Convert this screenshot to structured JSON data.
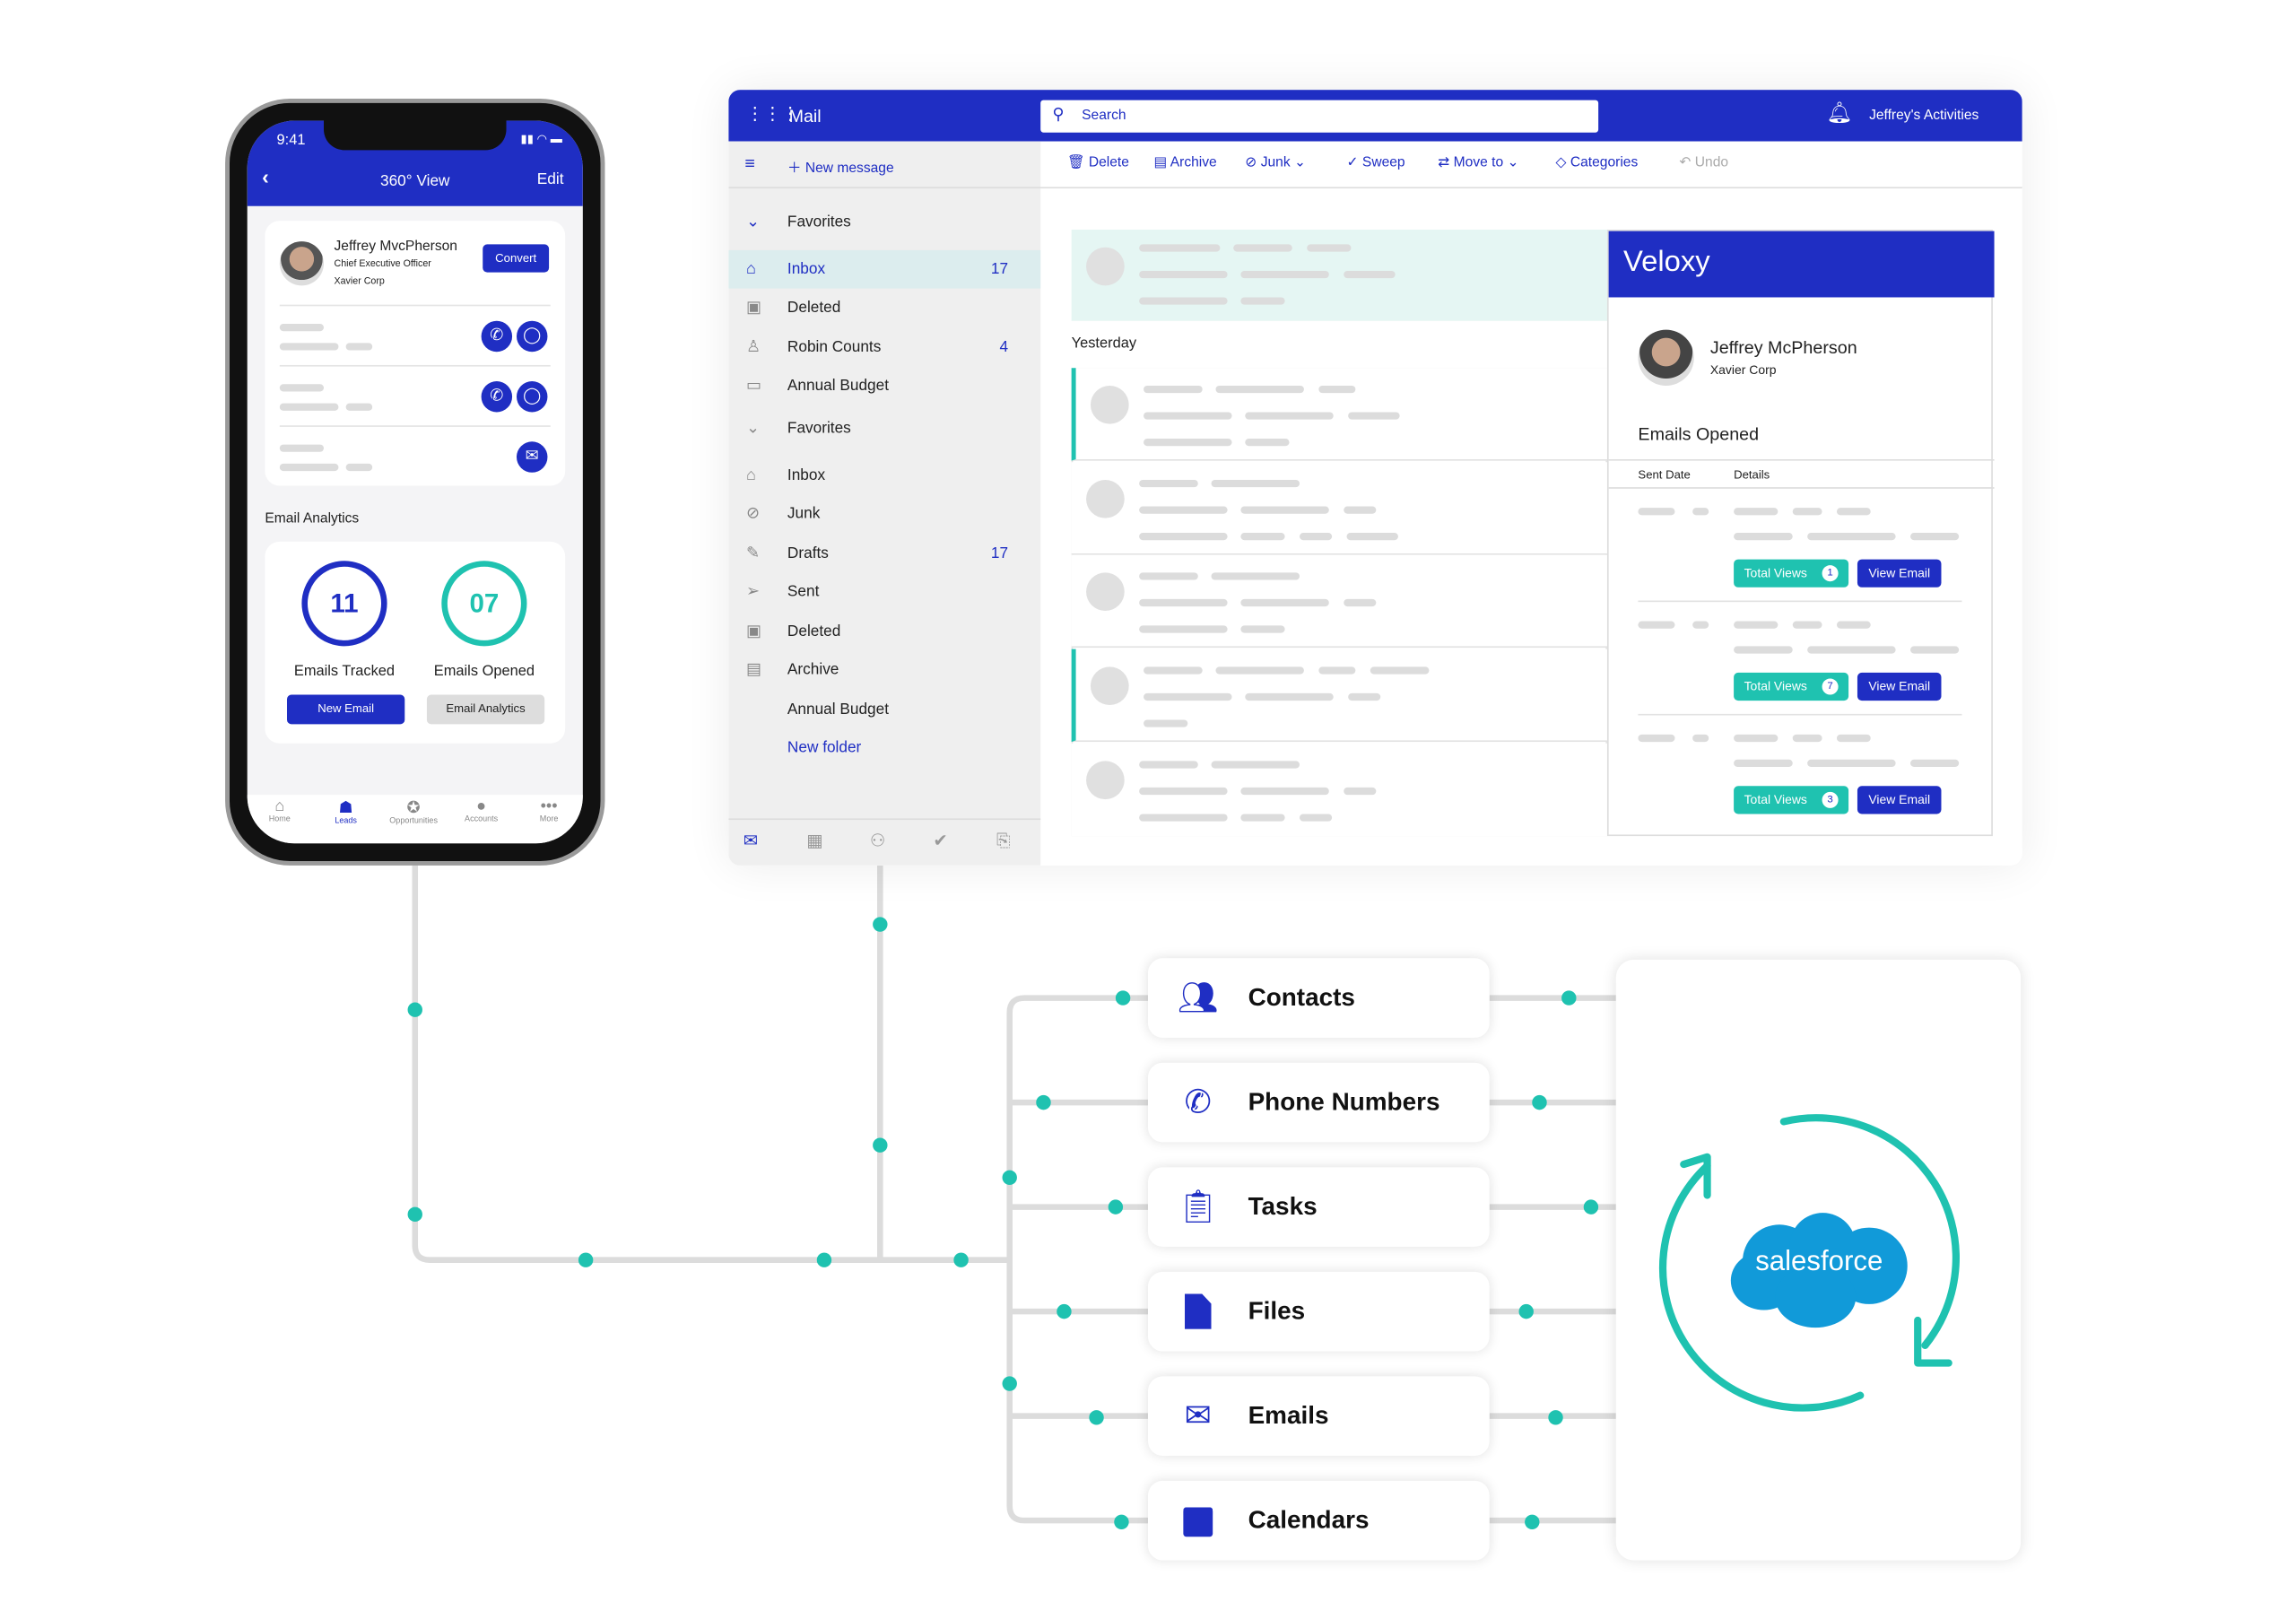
{
  "phone": {
    "time": "9:41",
    "title": "360° View",
    "edit": "Edit",
    "contact": {
      "name": "Jeffrey MvcPherson",
      "role": "Chief Executive Officer",
      "company": "Xavier Corp"
    },
    "convert": "Convert",
    "analytics_title": "Email Analytics",
    "tracked": {
      "value": "11",
      "label": "Emails Tracked"
    },
    "opened": {
      "value": "07",
      "label": "Emails Opened"
    },
    "new_email": "New Email",
    "email_analytics_btn": "Email Analytics",
    "tabs": [
      {
        "label": "Home"
      },
      {
        "label": "Leads"
      },
      {
        "label": "Opportunities"
      },
      {
        "label": "Accounts"
      },
      {
        "label": "More"
      }
    ]
  },
  "mail": {
    "app": "Mail",
    "search_placeholder": "Search",
    "activities": "Jeffrey's Activities",
    "new_message": "New message",
    "toolbar": {
      "delete": "Delete",
      "archive": "Archive",
      "junk": "Junk",
      "sweep": "Sweep",
      "move_to": "Move to",
      "categories": "Categories",
      "undo": "Undo"
    },
    "sidebar": [
      {
        "label": "Favorites",
        "icon": "chevron-down"
      },
      {
        "label": "Inbox",
        "count": "17",
        "icon": "inbox"
      },
      {
        "label": "Deleted",
        "icon": "trash"
      },
      {
        "label": "Robin Counts",
        "count": "4",
        "icon": "person"
      },
      {
        "label": "Annual Budget",
        "icon": "folder"
      },
      {
        "label": "Favorites",
        "icon": "chevron-down"
      },
      {
        "label": "Inbox",
        "icon": "inbox"
      },
      {
        "label": "Junk",
        "icon": "block"
      },
      {
        "label": "Drafts",
        "count": "17",
        "icon": "pencil"
      },
      {
        "label": "Sent",
        "icon": "send"
      },
      {
        "label": "Deleted",
        "icon": "trash"
      },
      {
        "label": "Archive",
        "icon": "archive"
      },
      {
        "label": "Annual Budget",
        "icon": ""
      }
    ],
    "new_folder": "New folder",
    "yesterday": "Yesterday"
  },
  "veloxy": {
    "logo": "Veloxy",
    "name": "Jeffrey McPherson",
    "company": "Xavier Corp",
    "section": "Emails Opened",
    "col_sent": "Sent Date",
    "col_details": "Details",
    "rows": [
      {
        "total_views": "Total Views",
        "count": "1",
        "view": "View Email"
      },
      {
        "total_views": "Total Views",
        "count": "7",
        "view": "View Email"
      },
      {
        "total_views": "Total Views",
        "count": "3",
        "view": "View Email"
      }
    ]
  },
  "features": [
    {
      "label": "Contacts",
      "icon": "users"
    },
    {
      "label": "Phone Numbers",
      "icon": "phone"
    },
    {
      "label": "Tasks",
      "icon": "clipboard"
    },
    {
      "label": "Files",
      "icon": "file"
    },
    {
      "label": "Emails",
      "icon": "envelope"
    },
    {
      "label": "Calendars",
      "icon": "calendar"
    }
  ],
  "salesforce": {
    "logo": "salesforce"
  },
  "colors": {
    "brand": "#1f2ec3",
    "teal": "#1fc2b0",
    "sf_blue": "#119ad9"
  }
}
